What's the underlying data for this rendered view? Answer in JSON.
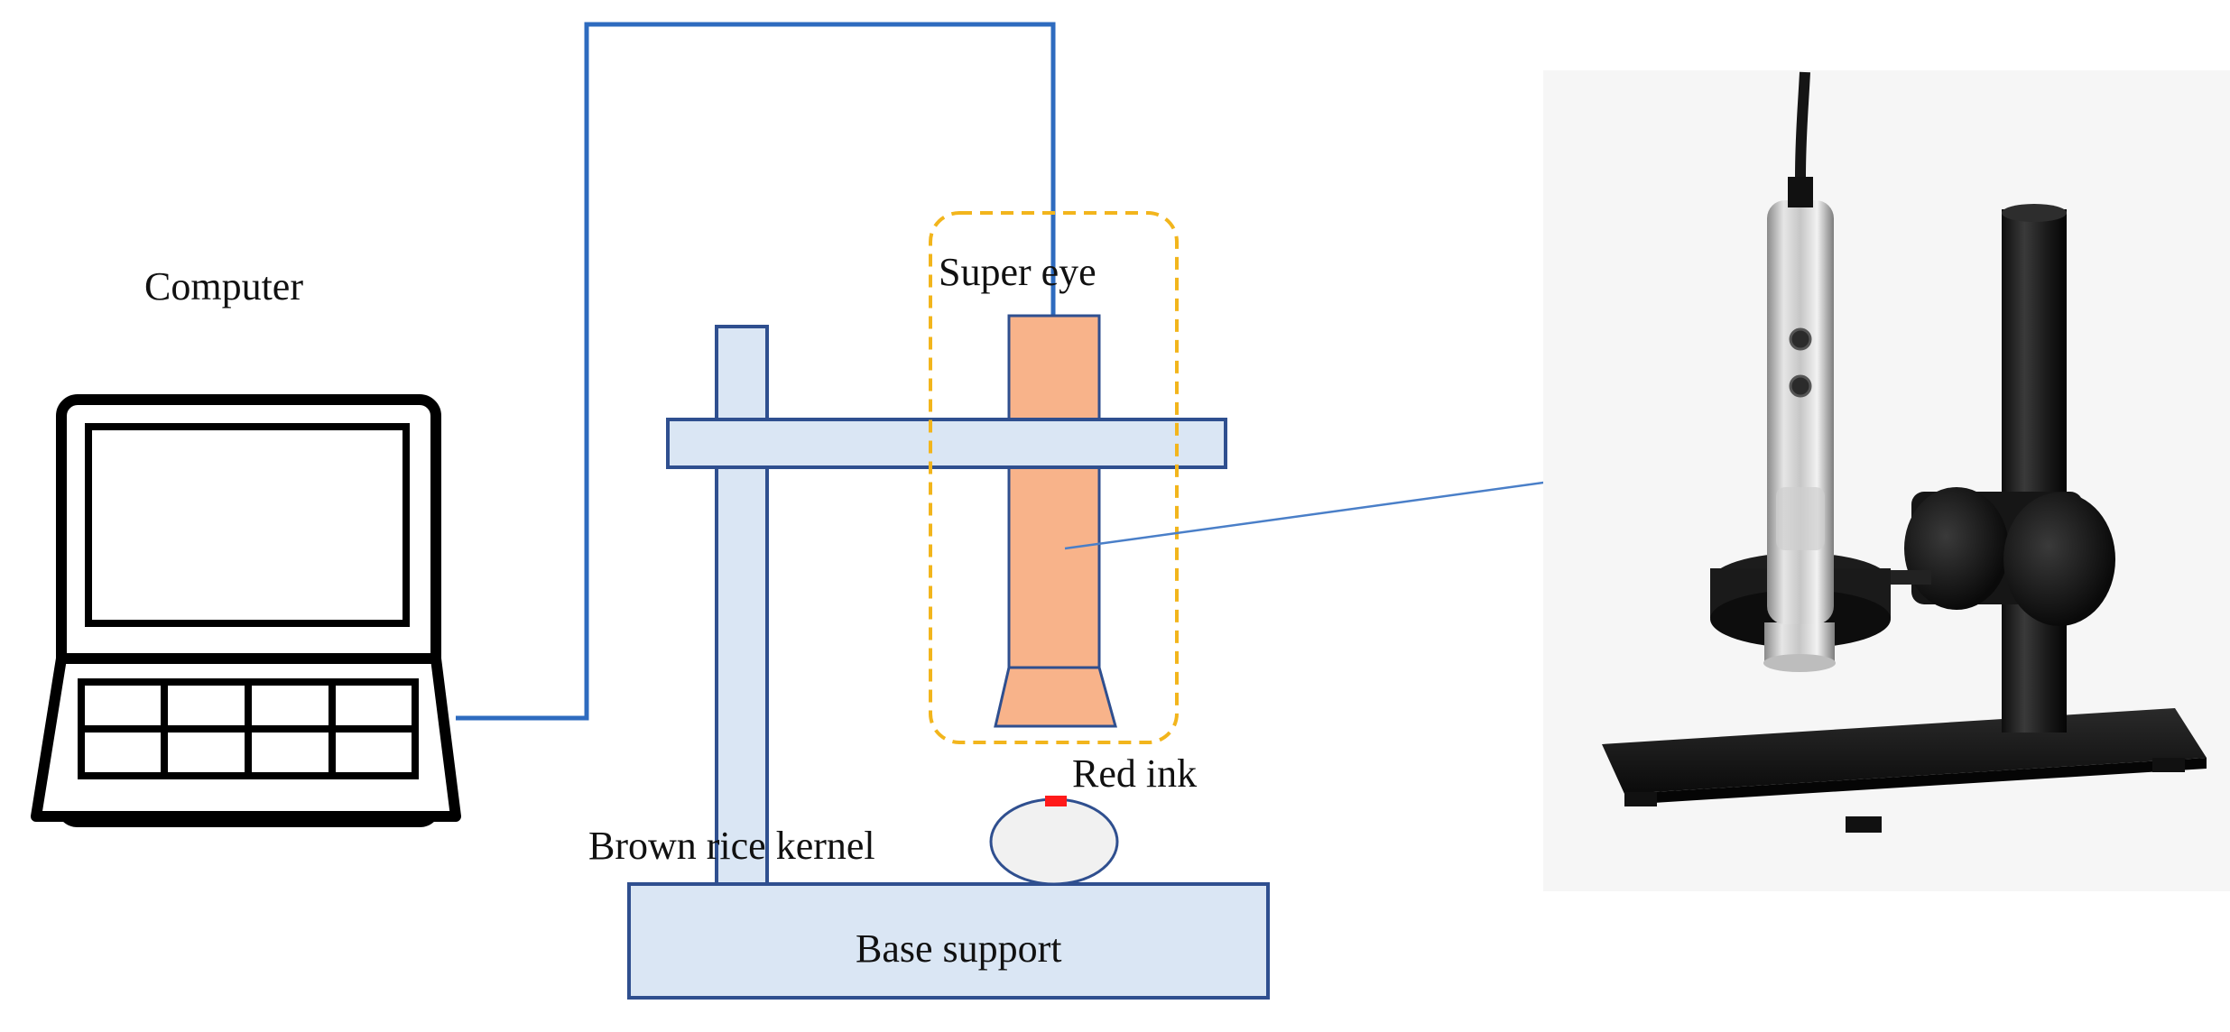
{
  "diagram": {
    "labels": {
      "computer": "Computer",
      "super_eye": "Super eye",
      "red_ink": "Red ink",
      "brown_rice_kernel": "Brown rice kernel",
      "base_support": "Base support"
    },
    "colors": {
      "stand_fill": "#dae6f4",
      "stand_stroke": "#2f4f8f",
      "camera_fill": "#f8b38a",
      "cable": "#2e6bbf",
      "highlight_box": "#f2b51c",
      "red_ink": "#ff1a1a",
      "kernel_fill": "#f1f1f1",
      "laptop_stroke": "#000000",
      "arrow": "#4a7fc8"
    },
    "icons": [
      "laptop-icon",
      "microscope-photo",
      "pointer-arrow"
    ]
  }
}
